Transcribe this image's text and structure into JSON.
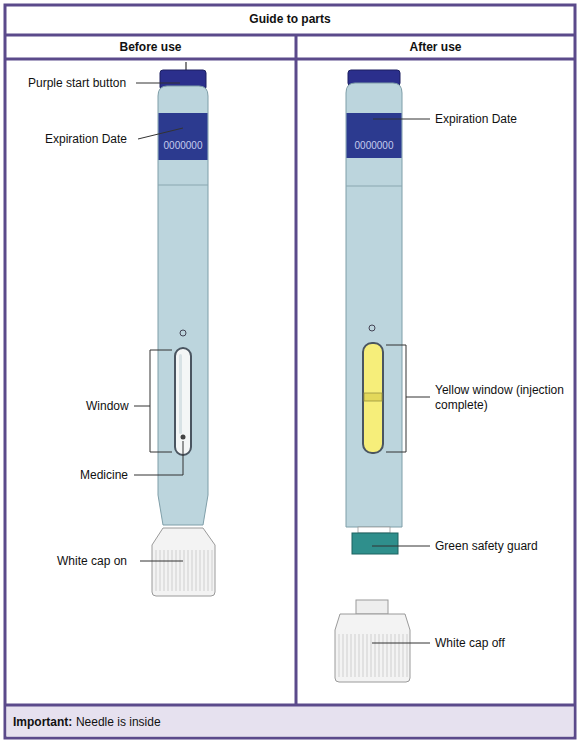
{
  "diagram": {
    "title": "Guide to parts",
    "nodes": [
      {
        "text": [
          "Before use"
        ]
      },
      {
        "text": [
          "After use"
        ]
      },
      {
        "text": [
          "Important:",
          "Needle is inside"
        ]
      }
    ],
    "labels": [
      "Purple start button",
      "Expiration Date",
      "0000000",
      "Window",
      "Medicine",
      "White cap on",
      "Expiration Date",
      "0000000",
      "Yellow window (injection complete)",
      "Green safety guard",
      "White cap off"
    ]
  }
}
